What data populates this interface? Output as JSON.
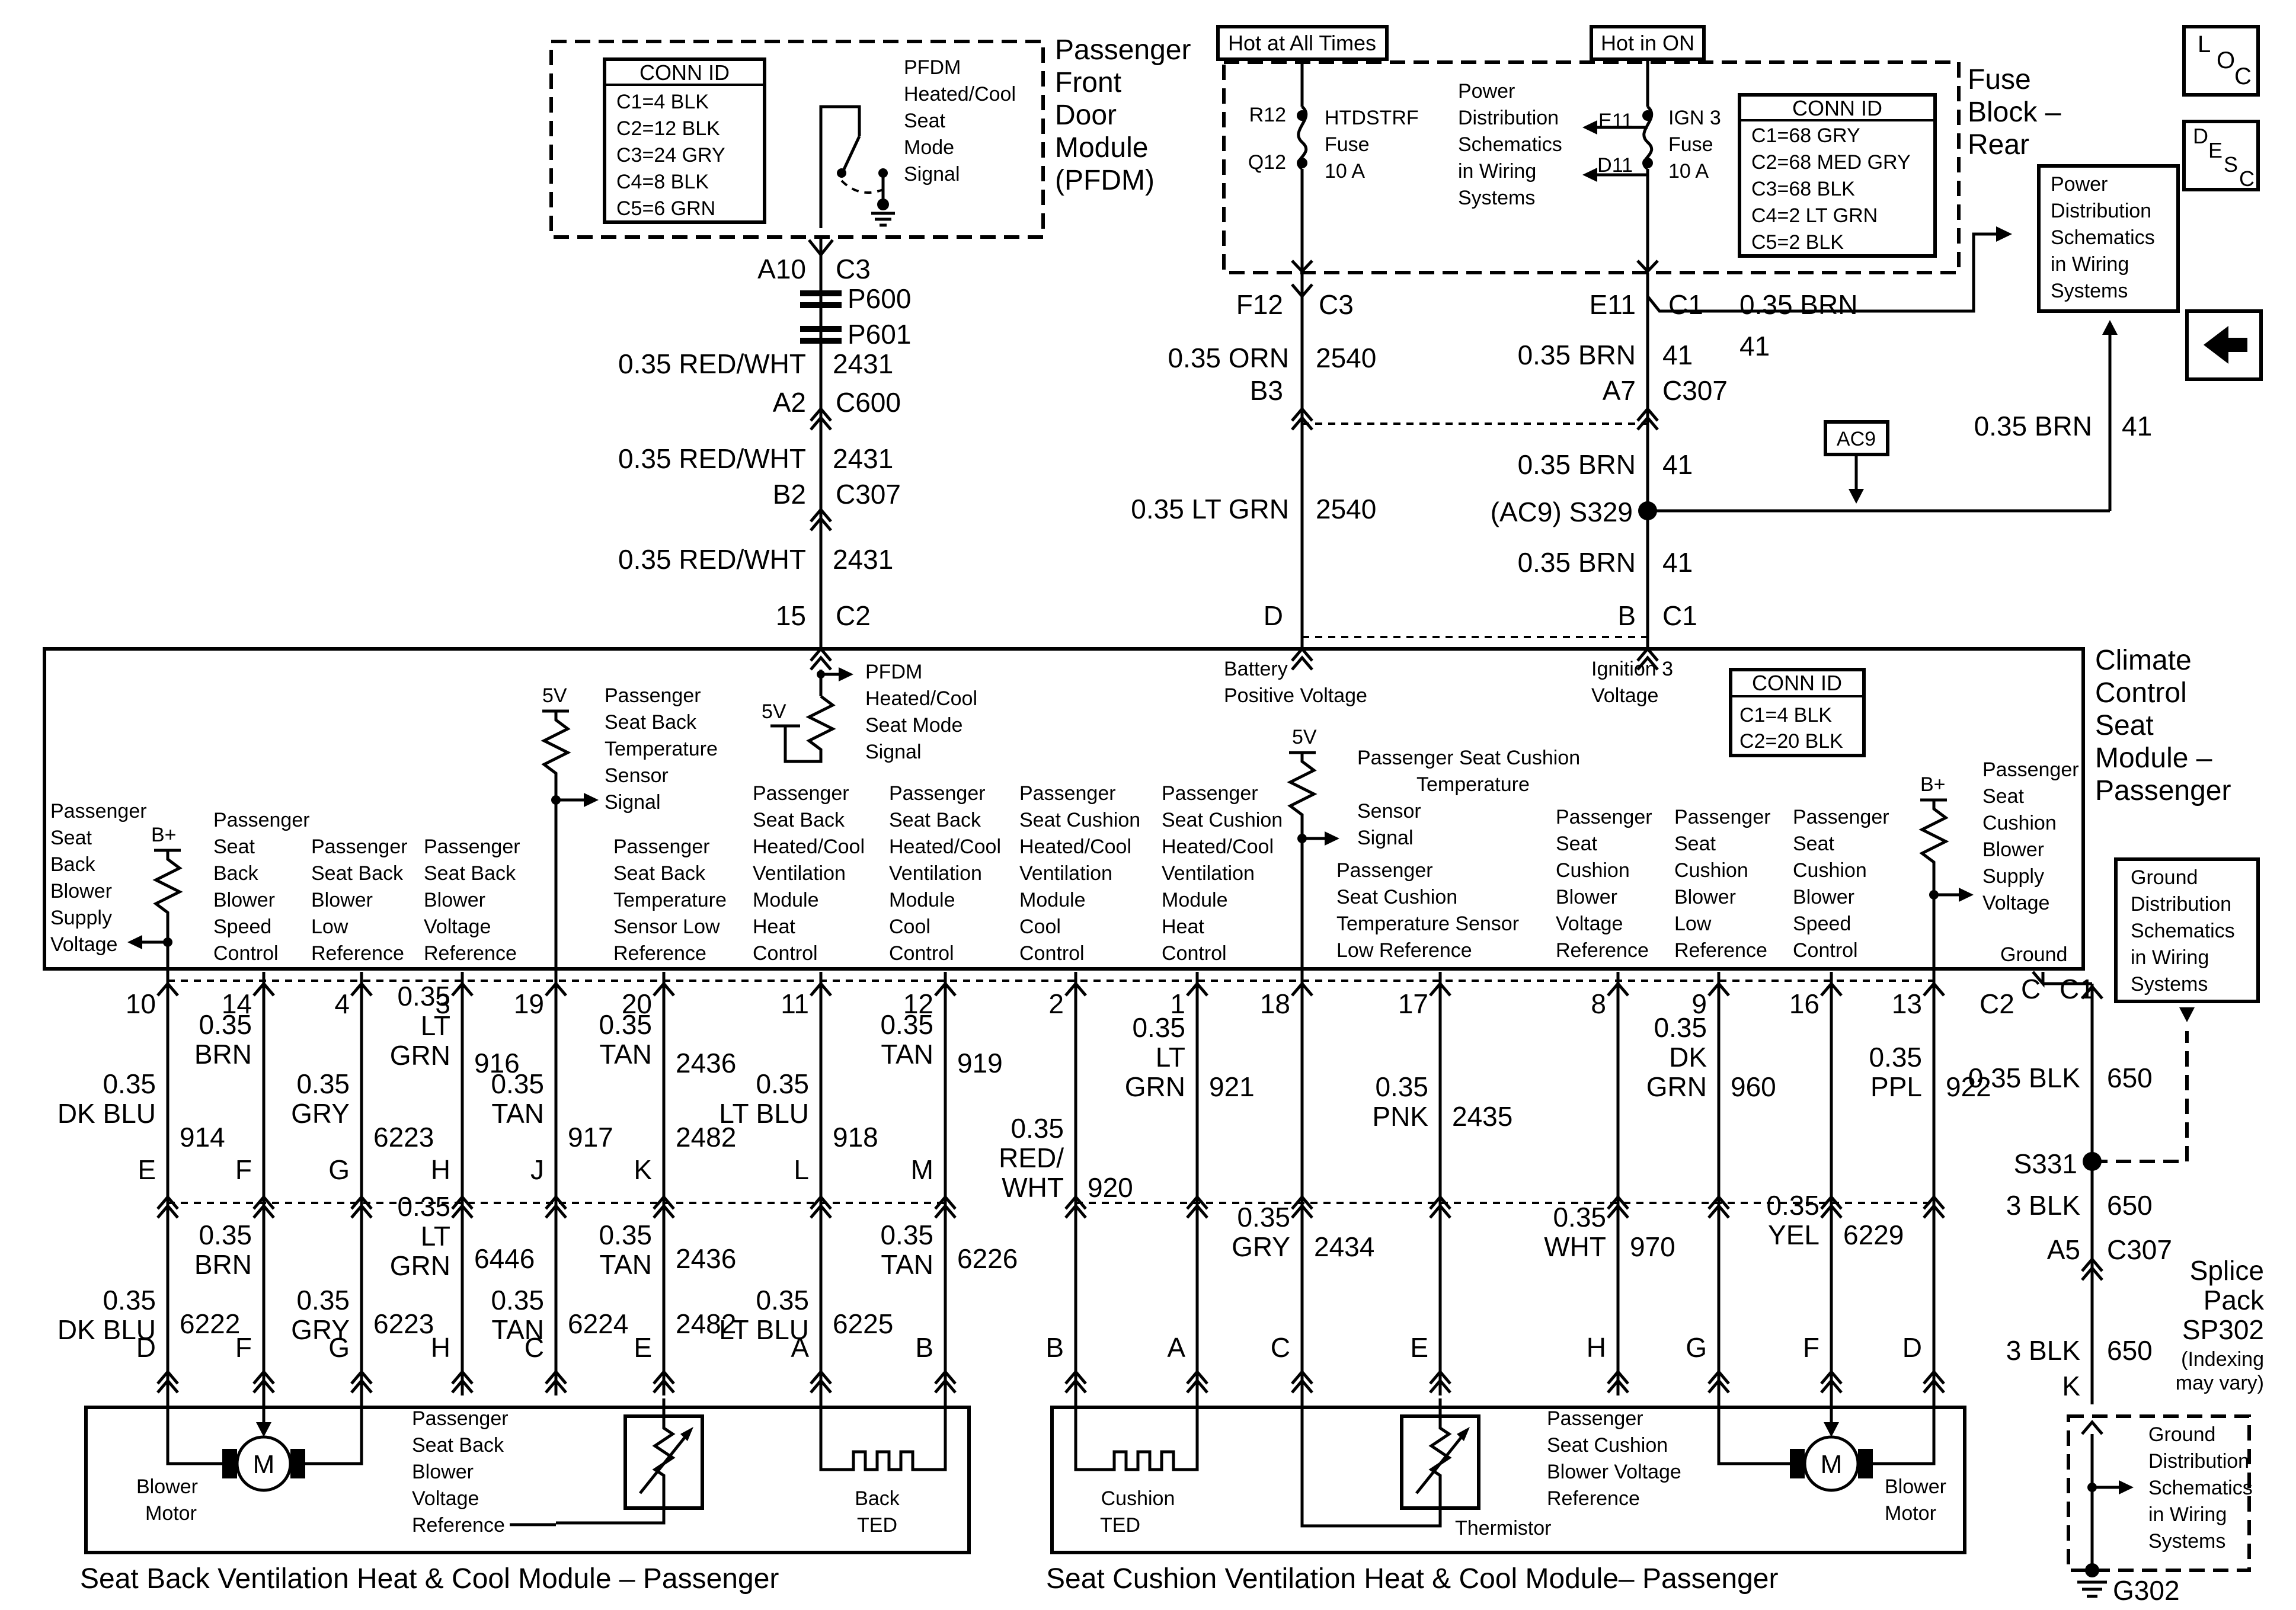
{
  "fuse_block": {
    "hot_at_all_times": "Hot at All Times",
    "hot_in_on": "Hot in ON",
    "title": [
      "Fuse",
      "Block –",
      "Rear"
    ],
    "fuse1_pins": [
      "R12",
      "Q12"
    ],
    "fuse1_label": [
      "HTDSTRF",
      "Fuse",
      "10 A"
    ],
    "pds_label": [
      "Power",
      "Distribution",
      "Schematics",
      "in Wiring",
      "Systems"
    ],
    "fuse2_pins": [
      "E11",
      "D11"
    ],
    "fuse2_label": [
      "IGN 3",
      "Fuse",
      "10 A"
    ],
    "conn_title": "CONN ID",
    "conn": [
      "C1=68 GRY",
      "C2=68 MED GRY",
      "C3=68 BLK",
      "C4=2 LT GRN",
      "C5=2 BLK"
    ]
  },
  "pfdm": {
    "title": [
      "Passenger",
      "Front",
      "Door",
      "Module",
      "(PFDM)"
    ],
    "conn_title": "CONN ID",
    "conn": [
      "C1=4 BLK",
      "C2=12 BLK",
      "C3=24 GRY",
      "C4=8 BLK",
      "C5=6 GRN"
    ],
    "switch_label": [
      "PFDM",
      "Heated/Cool",
      "Seat",
      "Mode",
      "Signal"
    ]
  },
  "loc_icon": [
    "L",
    "O",
    "C"
  ],
  "desc_icon": [
    "D",
    "E",
    "S",
    "C"
  ],
  "pds_box": [
    "Power",
    "Distribution",
    "Schematics",
    "in Wiring",
    "Systems"
  ],
  "pfdm_circuit": {
    "pin_a10": "A10",
    "conn_c3": "C3",
    "p600": "P600",
    "p601": "P601",
    "wire1": "0.35 RED/WHT",
    "circ1": "2431",
    "pin_a2": "A2",
    "conn_c600": "C600",
    "wire2": "0.35 RED/WHT",
    "circ2": "2431",
    "pin_b2": "B2",
    "conn_c307": "C307",
    "wire3": "0.35 RED/WHT",
    "circ3": "2431",
    "pin_15": "15",
    "conn_c2": "C2"
  },
  "fuse_circuit": {
    "pin_f12": "F12",
    "conn_c3": "C3",
    "wire_orn": "0.35 ORN",
    "circ_2540": "2540",
    "pin_b3": "B3",
    "wire_ltgrn": "0.35 LT GRN",
    "circ_2540b": "2540",
    "pin_d": "D",
    "pin_e11": "E11",
    "conn_c1": "C1",
    "wire_brn_top": "0.35 BRN",
    "circ_41_top": "41",
    "wire_brn1": "0.35 BRN",
    "circ_41a": "41",
    "pin_a7": "A7",
    "conn_c307": "C307",
    "wire_brn2": "0.35 BRN",
    "circ_41b": "41",
    "splice": "(AC9) S329",
    "wire_brn3": "0.35 BRN",
    "circ_41c": "41",
    "pin_b": "B",
    "conn_c1b": "C1",
    "ac9": "AC9",
    "wire_brn_right": "0.35 BRN",
    "circ_41_right": "41"
  },
  "ccsm": {
    "title": [
      "Climate",
      "Control",
      "Seat",
      "Module –",
      "Passenger"
    ],
    "conn_title": "CONN ID",
    "conn": [
      "C1=4 BLK",
      "C2=20 BLK"
    ],
    "battery": [
      "Battery",
      "Positive Voltage"
    ],
    "ign3": [
      "Ignition 3",
      "Voltage"
    ],
    "pfdm_sig": [
      "PFDM",
      "Heated/Cool",
      "Seat Mode",
      "Signal"
    ],
    "five_v": "5V",
    "b_plus": "B+",
    "sb_temp_sig": [
      "Passenger",
      "Seat Back",
      "Temperature",
      "Sensor",
      "Signal"
    ],
    "sc_temp_sig": [
      "Passenger Seat Cushion",
      "Temperature",
      "Sensor",
      "Signal"
    ],
    "sb_supply": [
      "Passenger",
      "Seat",
      "Back",
      "Blower",
      "Supply",
      "Voltage"
    ],
    "sc_supply": [
      "Passenger",
      "Seat",
      "Cushion",
      "Blower",
      "Supply",
      "Voltage"
    ],
    "sb_speed": [
      "Passenger",
      "Seat",
      "Back",
      "Blower",
      "Speed",
      "Control"
    ],
    "sb_lowref": [
      "Passenger",
      "Seat Back",
      "Blower",
      "Low",
      "Reference"
    ],
    "sb_vref": [
      "Passenger",
      "Seat Back",
      "Blower",
      "Voltage",
      "Reference"
    ],
    "sb_temp_low": [
      "Passenger",
      "Seat Back",
      "Temperature",
      "Sensor Low",
      "Reference"
    ],
    "sb_heat": [
      "Passenger",
      "Seat Back",
      "Heated/Cool",
      "Ventilation",
      "Module",
      "Heat",
      "Control"
    ],
    "sb_cool": [
      "Passenger",
      "Seat Back",
      "Heated/Cool",
      "Ventilation",
      "Module",
      "Cool",
      "Control"
    ],
    "sc_cool": [
      "Passenger",
      "Seat Cushion",
      "Heated/Cool",
      "Ventilation",
      "Module",
      "Cool",
      "Control"
    ],
    "sc_heat": [
      "Passenger",
      "Seat Cushion",
      "Heated/Cool",
      "Ventilation",
      "Module",
      "Heat",
      "Control"
    ],
    "sc_temp_low": [
      "Passenger",
      "Seat Cushion",
      "Temperature Sensor",
      "Low Reference"
    ],
    "sc_vref": [
      "Passenger",
      "Seat",
      "Cushion",
      "Blower",
      "Voltage",
      "Reference"
    ],
    "sc_lowref": [
      "Passenger",
      "Seat",
      "Cushion",
      "Blower",
      "Low",
      "Reference"
    ],
    "sc_speed": [
      "Passenger",
      "Seat",
      "Cushion",
      "Blower",
      "Speed",
      "Control"
    ],
    "ground": "Ground"
  },
  "gds_box": [
    "Ground",
    "Distribution",
    "Schematics",
    "in Wiring",
    "Systems"
  ],
  "c2_pins": [
    {
      "pin": "10",
      "wire": [
        "0.35",
        "DK BLU"
      ],
      "circ": "914",
      "c_pin": "E",
      "wire2": [
        "0.35",
        "DK BLU"
      ],
      "circ2": "6222",
      "m_pin": "D"
    },
    {
      "pin": "14",
      "wire": [
        "0.35",
        "BRN"
      ],
      "circ": "",
      "c_pin": "F",
      "wire2": [
        "0.35",
        "BRN"
      ],
      "circ2": "",
      "m_pin": "F"
    },
    {
      "pin": "4",
      "wire": [
        "0.35",
        "GRY"
      ],
      "circ": "6223",
      "c_pin": "G",
      "wire2": [
        "0.35",
        "GRY"
      ],
      "circ2": "6223",
      "m_pin": "G"
    },
    {
      "pin": "3",
      "wire": [
        "0.35",
        "LT",
        "GRN"
      ],
      "circ": "916",
      "c_pin": "H",
      "wire2": [
        "0.35",
        "LT",
        "GRN"
      ],
      "circ2": "6446",
      "m_pin": "H"
    },
    {
      "pin": "19",
      "wire": [
        "0.35",
        "TAN"
      ],
      "circ": "917",
      "c_pin": "J",
      "wire2": [
        "0.35",
        "TAN"
      ],
      "circ2": "6224",
      "m_pin": "C"
    },
    {
      "pin": "20",
      "wire": [
        "0.35",
        "TAN"
      ],
      "circ": "2436",
      "c_pin": "K",
      "wire2": [
        "0.35",
        "TAN"
      ],
      "circ2": "2436",
      "m_pin": "E"
    },
    {
      "pin": "11",
      "wire": [
        "0.35",
        "LT BLU"
      ],
      "circ": "918",
      "c_pin": "L",
      "wire2": [
        "0.35",
        "LT BLU"
      ],
      "circ2": "6225",
      "m_pin": "A"
    },
    {
      "pin": "12",
      "wire": [
        "0.35",
        "TAN"
      ],
      "circ": "919",
      "c_pin": "M",
      "wire2": [
        "0.35",
        "TAN"
      ],
      "circ2": "6226",
      "m_pin": "B"
    }
  ],
  "labels": {
    "p14_circ": "914",
    "circ_2482": "2482",
    "circ_2482b": "2482",
    "circ_6222": "6222",
    "circ_914": "914",
    "pin_2": "2",
    "pin_1": "1",
    "pin_18": "18",
    "pin_17": "17",
    "pin_8": "8",
    "pin_9": "9",
    "pin_16": "16",
    "pin_13": "13",
    "c2": "C2",
    "c": "C",
    "c1": "C1",
    "w_920": [
      "0.35",
      "RED/",
      "WHT"
    ],
    "c_920": "920",
    "w_921": [
      "0.35",
      "LT",
      "GRN"
    ],
    "c_921": "921",
    "w_2434": [
      "0.35",
      "GRY"
    ],
    "c_2434": "2434",
    "w_2435": [
      "0.35",
      "PNK"
    ],
    "c_2435": "2435",
    "w_970": [
      "0.35",
      "WHT"
    ],
    "c_970": "970",
    "w_960": [
      "0.35",
      "DK",
      "GRN"
    ],
    "c_960": "960",
    "w_6229": [
      "0.35",
      "YEL"
    ],
    "c_6229": "6229",
    "w_922": [
      "0.35",
      "PPL"
    ],
    "c_922": "922",
    "mp_B": "B",
    "mp_A": "A",
    "mp_C": "C",
    "mp_E": "E",
    "mp_H": "H",
    "mp_G": "G",
    "mp_F": "F",
    "mp_D": "D",
    "gnd_w1": "0.35 BLK",
    "gnd_c1": "650",
    "s331": "S331",
    "gnd_w2": "3 BLK",
    "gnd_c2": "650",
    "a5": "A5",
    "c307": "C307",
    "gnd_w3": "3 BLK",
    "gnd_c3": "650",
    "k": "K",
    "splice_pack": [
      "Splice",
      "Pack",
      "SP302",
      "(Indexing",
      "may vary)"
    ],
    "g302": "G302"
  },
  "sb_module": {
    "title": "Seat Back Ventilation Heat & Cool Module – Passenger",
    "blower": [
      "Blower",
      "Motor"
    ],
    "vref": [
      "Passenger",
      "Seat Back",
      "Blower",
      "Voltage",
      "Reference"
    ],
    "ted": [
      "Back",
      "TED"
    ],
    "motor": "M"
  },
  "sc_module": {
    "title": "Seat Cushion Ventilation Heat & Cool Module– Passenger",
    "ted": [
      "Cushion",
      "TED"
    ],
    "thermistor": "Thermistor",
    "vref": [
      "Passenger",
      "Seat Cushion",
      "Blower Voltage",
      "Reference"
    ],
    "blower": [
      "Blower",
      "Motor"
    ],
    "motor": "M"
  }
}
